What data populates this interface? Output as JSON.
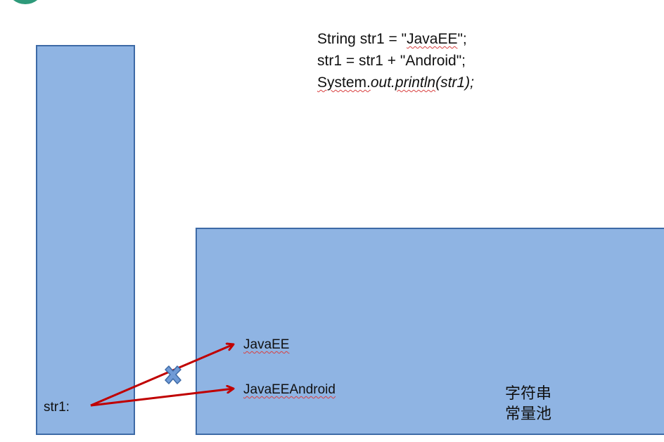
{
  "code": {
    "line1": {
      "pre": "String str1 = \"",
      "squig": "JavaEE",
      "post": "\";"
    },
    "line2": "str1 = str1 + \"Android\";",
    "line3": {
      "squig1": "System.",
      "em1": "out.",
      "squig2": "println",
      "em2": "(str1);"
    }
  },
  "stack": {
    "var_label": "str1:"
  },
  "pool": {
    "strings": [
      "JavaEE",
      "JavaEEAndroid"
    ],
    "title_line1": "字符串",
    "title_line2": "常量池"
  },
  "colors": {
    "box_fill": "#8fb4e3",
    "box_border": "#3d6aa6",
    "arrow": "#c00000",
    "cross": "#6f9ad6"
  },
  "icons": [
    "cross-icon"
  ]
}
